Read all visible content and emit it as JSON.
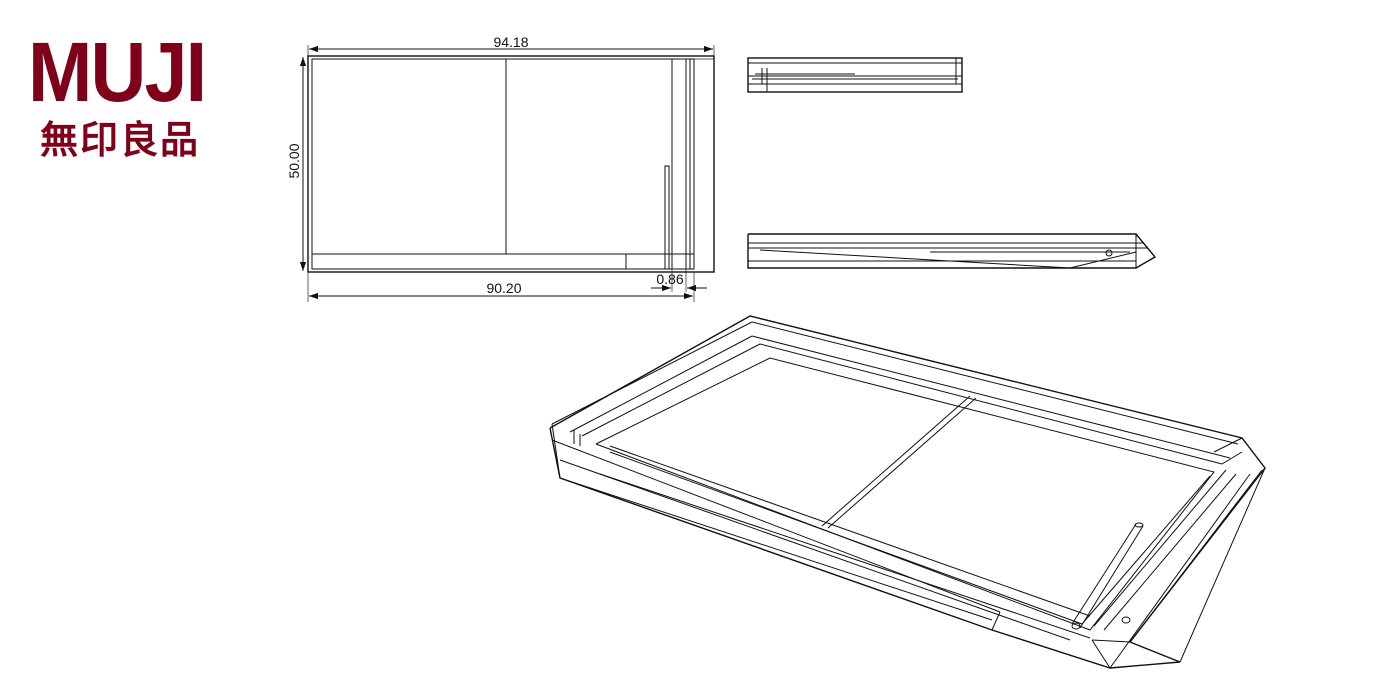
{
  "brand": {
    "wordmark": "MUJI",
    "kanji": "無印良品",
    "color": "#7f0019"
  },
  "dimensions": {
    "overall_width": "94.18",
    "height": "50.00",
    "inner_width": "90.20",
    "rim": "0.86"
  }
}
